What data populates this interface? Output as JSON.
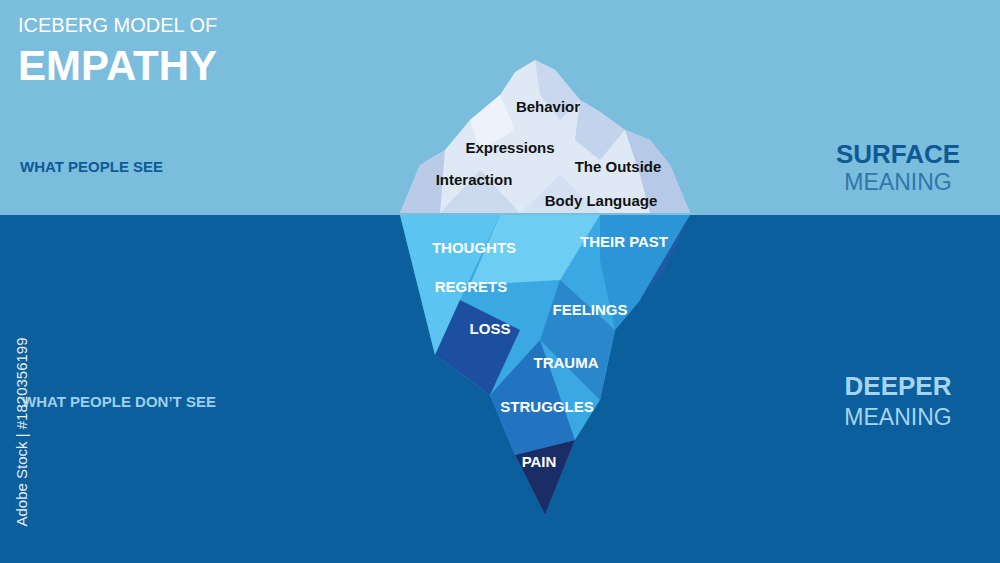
{
  "diagram": {
    "title": "EMPATHY",
    "labels": [
      "ICEBERG MODEL OF",
      "WHAT PEOPLE SEE",
      "SURFACE",
      "MEANING",
      "Behavior",
      "Expressions",
      "The Outside",
      "Interaction",
      "Body Language",
      "THOUGHTS",
      "THEIR PAST",
      "REGRETS",
      "FEELINGS",
      "LOSS",
      "TRAUMA",
      "STRUGGLES",
      "PAIN",
      "WHAT PEOPLE DON’T SEE",
      "DEEPER",
      "MEANING",
      "Adobe Stock | #1820356199"
    ]
  }
}
